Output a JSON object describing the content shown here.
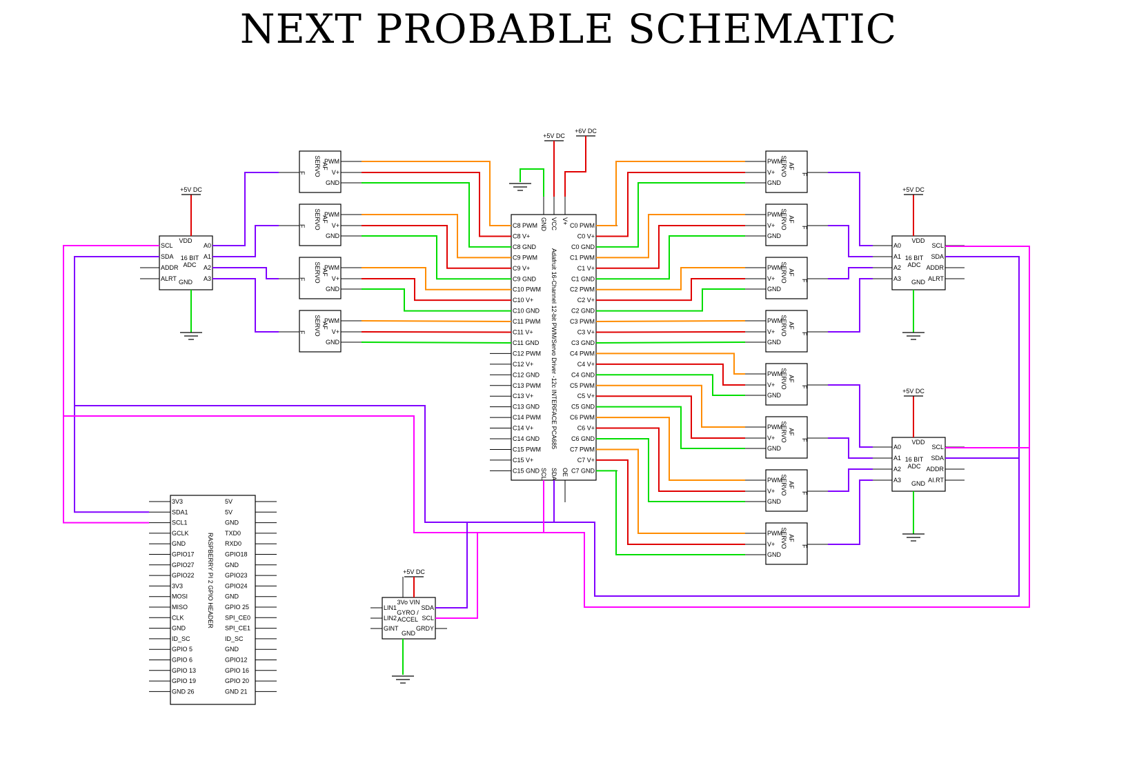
{
  "title": "NEXT PROBABLE SCHEMATIC",
  "colors": {
    "pwm": "#ff8c00",
    "vplus": "#e00000",
    "gnd": "#00dd00",
    "signal": "#8000ff",
    "i2c_scl": "#ff00ff",
    "i2c_sda": "#8000ff",
    "wire": "#000000"
  },
  "supply": {
    "v5": "+5V DC",
    "v6": "+6V DC"
  },
  "servo": {
    "name_line1": "AF",
    "name_line2": "SERVO",
    "pin_pwm": "PWM",
    "pin_vplus": "V+",
    "pin_gnd": "GND",
    "pin_f": "F"
  },
  "adc": {
    "line1": "16 BIT",
    "line2": "ADC",
    "vdd": "VDD",
    "gnd": "GND",
    "scl": "SCL",
    "sda": "SDA",
    "addr": "ADDR",
    "alrt": "ALRT",
    "alrt_alt": "AI.RT",
    "a0": "A0",
    "a1": "A1",
    "a2": "A2",
    "a3": "A3"
  },
  "pca": {
    "label": "Adafruit 16-Channel 12-bit PWM/Servo Driver -12c INTERFACE PCA685",
    "top_pins": [
      "GND",
      "VCC",
      "V+"
    ],
    "bottom_pins": [
      "SCL",
      "SDA",
      "OE"
    ],
    "left_pins": [
      "C8 PWM",
      "C8 V+",
      "C8 GND",
      "C9 PWM",
      "C9 V+",
      "C9 GND",
      "C10 PWM",
      "C10 V+",
      "C10 GND",
      "C11 PWM",
      "C11 V+",
      "C11 GND",
      "C12 PWM",
      "C12 V+",
      "C12 GND",
      "C13 PWM",
      "C13 V+",
      "C13 GND",
      "C14 PWM",
      "C14 V+",
      "C14 GND",
      "C15 PWM",
      "C15 V+",
      "C15 GND"
    ],
    "right_pins": [
      "C0 PWM",
      "C0 V+",
      "C0 GND",
      "C1 PWM",
      "C1 V+",
      "C1 GND",
      "C2 PWM",
      "C2 V+",
      "C2 GND",
      "C3 PWM",
      "C3 V+",
      "C3 GND",
      "C4 PWM",
      "C4 V+",
      "C4 GND",
      "C5 PWM",
      "C5 V+",
      "C5 GND",
      "C6 PWM",
      "C6 V+",
      "C6 GND",
      "C7 PWM",
      "C7 V+",
      "C7 GND"
    ]
  },
  "rpi": {
    "label": "RASPBERRY PI 2 GPIO HEADER",
    "left_pins": [
      "3V3",
      "SDA1",
      "SCL1",
      "GCLK",
      "GND",
      "GPIO17",
      "GPIO27",
      "GPIO22",
      "3V3",
      "MOSI",
      "MISO",
      "CLK",
      "GND",
      "ID_SC",
      "GPIO  5",
      "GPIO 6",
      "GPIO  13",
      "GPIO 19",
      "GND 26"
    ],
    "right_pins": [
      "5V",
      "5V",
      "GND",
      "TXD0",
      "RXD0",
      "GPIO18",
      "GND",
      "GPIO23",
      "GPIO24",
      "GND",
      "GPIO 25",
      "SPI_CE0",
      "SPI_CE1",
      "ID_SC",
      "GND",
      "GPIO12",
      "GPIO 16",
      "GPIO 20",
      "GND 21"
    ]
  },
  "gyro": {
    "line1": "GYRO /",
    "line2": "ACCEL",
    "top": "3Vo VIN",
    "lin1": "LIN1",
    "lin2": "LIN2",
    "gint": "GINT",
    "sda": "SDA",
    "scl": "SCL",
    "grdy": "GRDY",
    "gnd": "GND"
  }
}
